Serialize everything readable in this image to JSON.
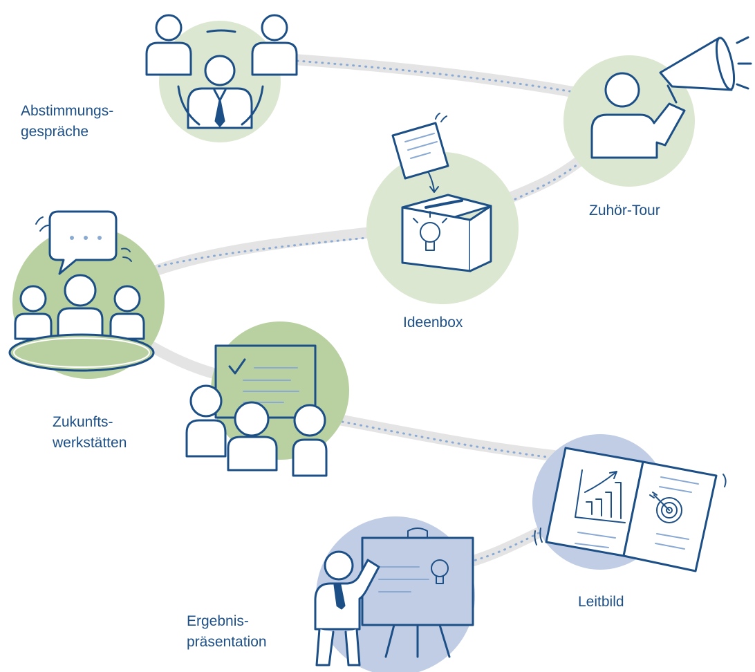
{
  "stations": [
    {
      "id": "abstimmung",
      "lines": [
        "Abstimmungs-",
        "gespräche"
      ],
      "icon": "meeting-people-icon",
      "color": "#dbe7d0"
    },
    {
      "id": "zuhoer",
      "lines": [
        "Zuhör-Tour"
      ],
      "icon": "megaphone-person-icon",
      "color": "#dbe7d0"
    },
    {
      "id": "ideenbox",
      "lines": [
        "Ideenbox"
      ],
      "icon": "idea-box-icon",
      "color": "#dbe7d0"
    },
    {
      "id": "zukunft",
      "lines": [
        "Zukunfts-",
        "werkstätten"
      ],
      "icon": "workshop-group-icon",
      "color": "#b9d1a1"
    },
    {
      "id": "leitbild",
      "lines": [
        "Leitbild"
      ],
      "icon": "open-book-chart-target-icon",
      "color": "#c0cde5"
    },
    {
      "id": "ergebnis",
      "lines": [
        "Ergebnis-",
        "präsentation"
      ],
      "icon": "presenter-flipchart-icon",
      "color": "#c0cde5"
    }
  ],
  "colors": {
    "ink": "#1d4f87",
    "path": "#e4e4e4",
    "dots": "#8aaad4"
  }
}
